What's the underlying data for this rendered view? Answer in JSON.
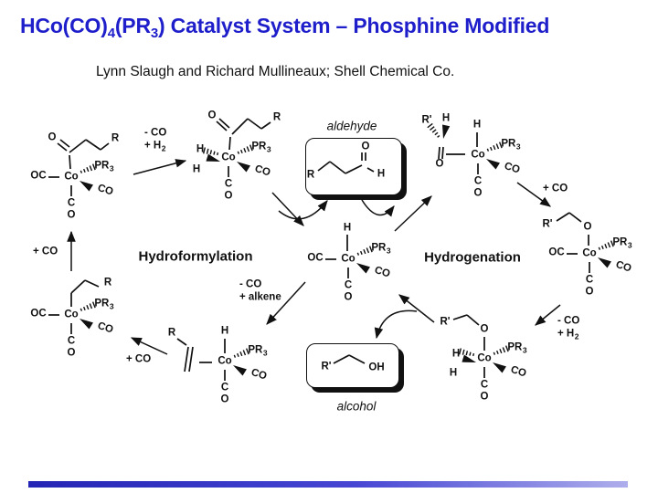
{
  "slide": {
    "title": {
      "part1": "HCo(CO)",
      "sub1": "4",
      "part2": "(PR",
      "sub2": "3",
      "part3": ") Catalyst System – Phosphine Modified"
    },
    "subtitle": "Lynn Slaugh and Richard Mullineaux; Shell Chemical Co.",
    "accent_color": "#1e1ecb"
  },
  "cycle_labels": {
    "hydroformylation": "Hydroformylation",
    "hydrogenation": "Hydrogenation"
  },
  "molecule_boxes": {
    "aldehyde": {
      "caption": "aldehyde"
    },
    "alcohol": {
      "caption": "alcohol"
    }
  },
  "atoms": {
    "OC": "OC",
    "Co": "Co",
    "PR": "PR",
    "sub3": "3",
    "CO": "CO",
    "C": "C",
    "O": "O",
    "H": "H",
    "R": "R",
    "Rp": "R'",
    "OH": "OH"
  },
  "arrow_labels": {
    "minus_co": "- CO",
    "plus_h": "+ H",
    "sub2": "2",
    "plus_co": "+ CO",
    "plus_alkene": "+ alkene"
  }
}
